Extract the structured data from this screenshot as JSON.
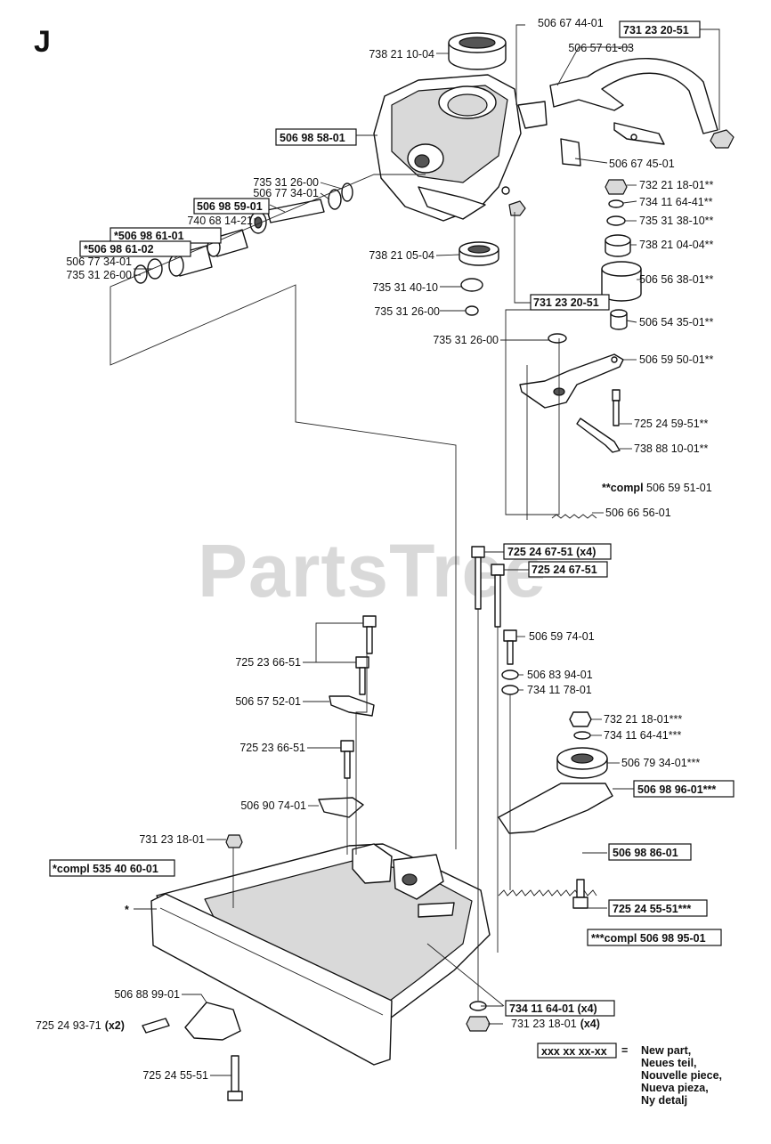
{
  "page_letter": "J",
  "watermark": "PartsTree",
  "labels": {
    "p_506_67_44_01": "506 67 44-01",
    "p_731_23_20_51_top": "731 23 20-51",
    "p_506_57_61_03": "506 57 61-03",
    "p_738_21_10_04": "738 21 10-04",
    "p_506_98_58_01": "506 98 58-01",
    "p_506_67_45_01": "506 67 45-01",
    "p_735_31_26_00_a": "735 31 26-00",
    "p_506_77_34_01_a": "506 77 34-01",
    "p_506_98_59_01": "506 98 59-01",
    "p_740_68_14_21": "740 68 14-21",
    "p_506_98_61_01": "*506 98 61-01",
    "p_506_98_61_02": "*506 98 61-02",
    "p_506_77_34_01_b": "506 77 34-01",
    "p_735_31_26_00_b": "735 31 26-00",
    "p_732_21_18_01_a": "732 21 18-01**",
    "p_734_11_64_41_a": "734 11 64-41**",
    "p_735_31_38_10": "735 31 38-10**",
    "p_738_21_04_04": "738 21 04-04**",
    "p_738_21_05_04": "738 21 05-04",
    "p_506_56_38_01": "506 56 38-01**",
    "p_735_31_40_10": "735 31 40-10",
    "p_731_23_20_51_mid": "731 23 20-51",
    "p_735_31_26_00_c": "735 31 26-00",
    "p_506_54_35_01": "506 54 35-01**",
    "p_735_31_26_00_d": "735 31 26-00",
    "p_506_59_50_01": "506 59 50-01**",
    "p_725_24_59_51": "725 24 59-51**",
    "p_738_88_10_01": "738 88 10-01**",
    "compl_506_59_51_01_prefix": "**compl",
    "compl_506_59_51_01_num": " 506 59 51-01",
    "p_506_66_56_01": "506 66 56-01",
    "p_725_24_67_51_x4": "725 24 67-51 (x4)",
    "p_725_24_67_51": "725 24 67-51",
    "p_506_59_74_01": "506 59 74-01",
    "p_725_23_66_51_a": "725 23 66-51",
    "p_506_83_94_01": "506 83 94-01",
    "p_734_11_78_01": "734 11 78-01",
    "p_506_57_52_01": "506 57 52-01",
    "p_732_21_18_01_b": "732 21 18-01***",
    "p_734_11_64_41_b": "734 11 64-41***",
    "p_725_23_66_51_b": "725 23 66-51",
    "p_506_79_34_01": "506 79 34-01***",
    "p_506_98_96_01": "506 98 96-01***",
    "p_506_90_74_01": "506 90 74-01",
    "p_731_23_18_01_a": "731 23 18-01",
    "p_506_98_86_01": "506 98 86-01",
    "compl_535_40_60_01": "*compl 535 40 60-01",
    "star": "*",
    "p_725_24_55_51_a": "725 24 55-51***",
    "compl_506_98_95_01": "***compl 506 98 95-01",
    "p_506_88_99_01": "506 88 99-01",
    "p_734_11_64_01_x4": "734 11 64-01 (x4)",
    "p_725_24_93_71": "725 24 93-71",
    "p_725_24_93_71_qty": "(x2)",
    "p_731_23_18_01_b": "731 23 18-01",
    "p_731_23_18_01_b_qty": "(x4)",
    "p_725_24_55_51_b": "725 24 55-51"
  },
  "legend": {
    "key": "xxx xx xx-xx",
    "equals": "=",
    "lines": [
      "New part,",
      "Neues teil,",
      "Nouvelle piece,",
      "Nueva pieza,",
      "Ny detalj"
    ]
  }
}
